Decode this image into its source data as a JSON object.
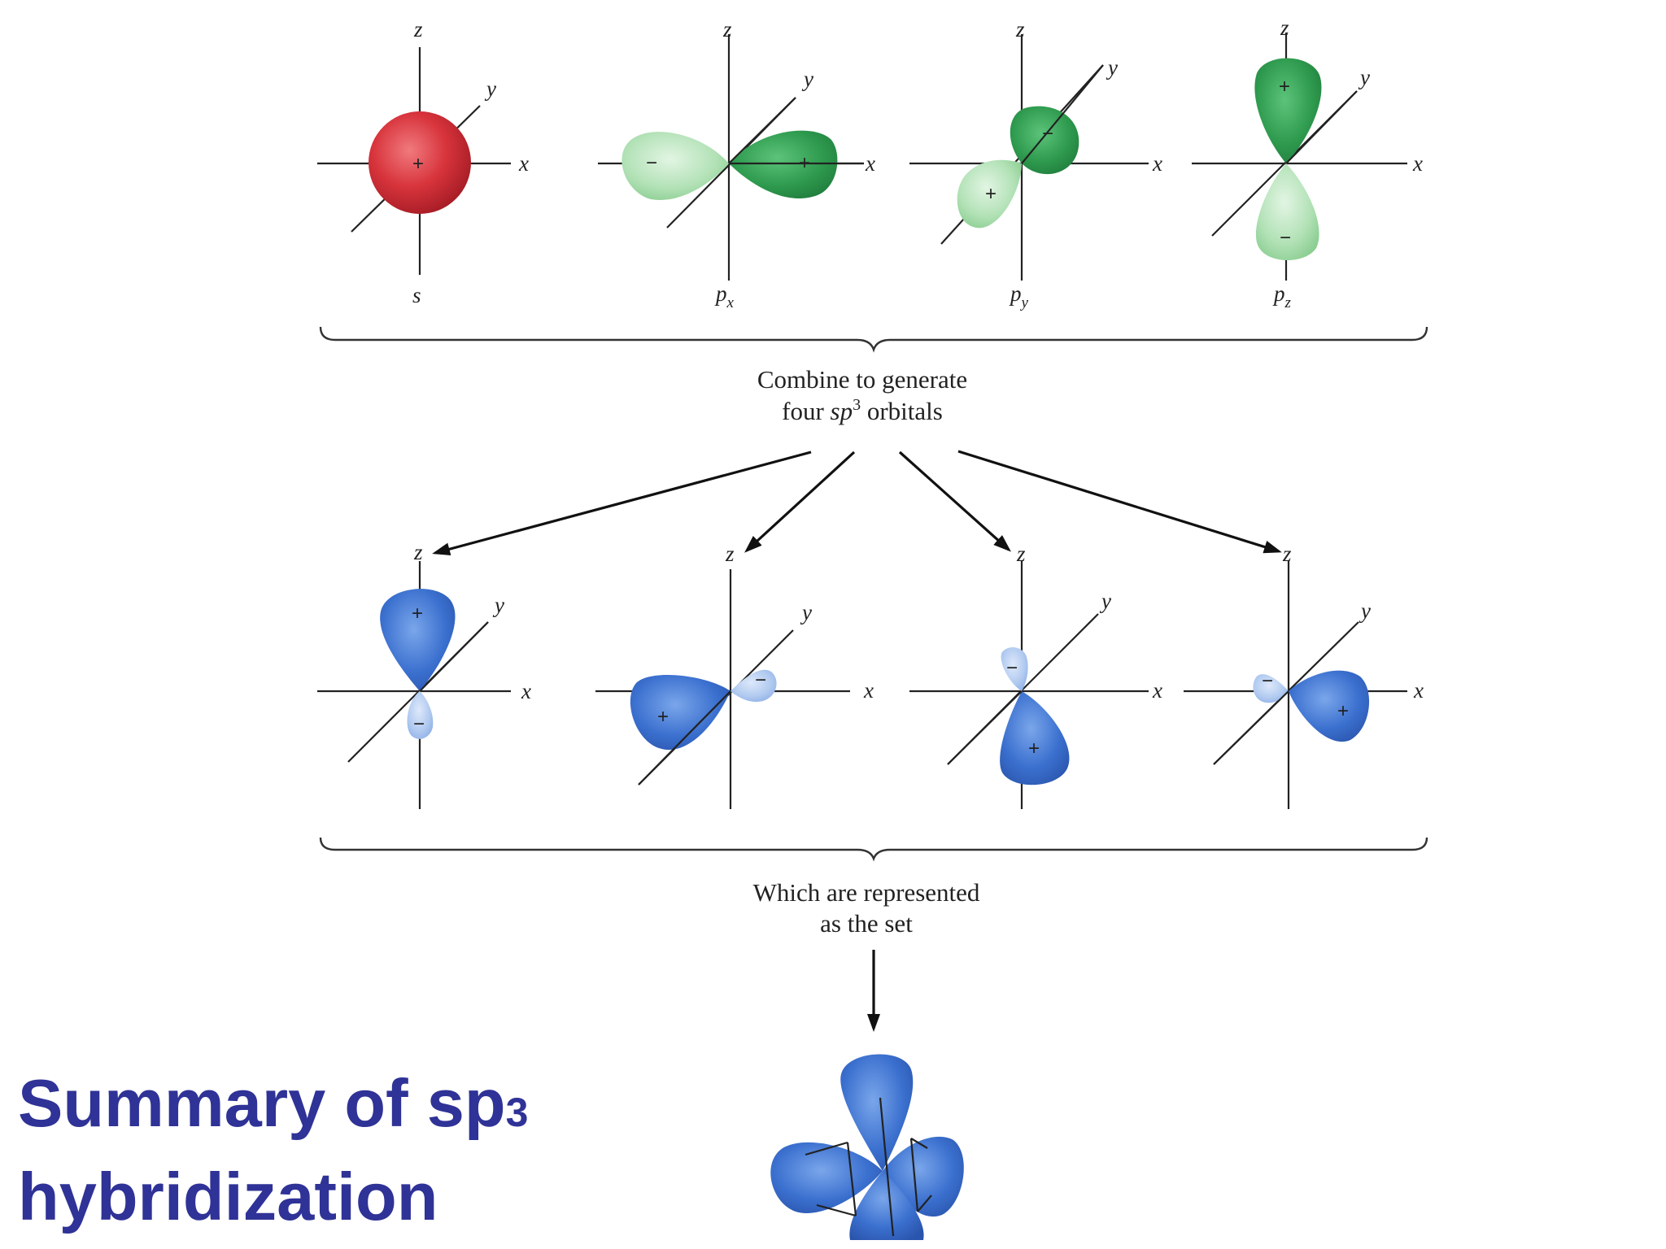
{
  "title": {
    "line1": "Summary of sp",
    "line1_suffix": "3",
    "line2": "hybridization"
  },
  "axis_labels": {
    "x": "x",
    "y": "y",
    "z": "z"
  },
  "atomic_orbitals": [
    {
      "label": "s",
      "label_sub": ""
    },
    {
      "label": "p",
      "label_sub": "x"
    },
    {
      "label": "p",
      "label_sub": "y"
    },
    {
      "label": "p",
      "label_sub": "z"
    }
  ],
  "signs": {
    "plus": "+",
    "minus": "−"
  },
  "caption_combine": {
    "line1": "Combine to generate",
    "line2_pre": "four ",
    "line2_italic": "sp",
    "line2_sup": "3",
    "line2_post": " orbitals"
  },
  "caption_represented": {
    "line1": "Which are represented",
    "line2": "as the set"
  },
  "colors": {
    "title": "#2f3296",
    "s_orbital": "#d8343c",
    "p_dark": "#2e9a4e",
    "p_light": "#a6dcab",
    "sp3_dark": "#3b70cf",
    "sp3_light": "#a9c4ee"
  }
}
